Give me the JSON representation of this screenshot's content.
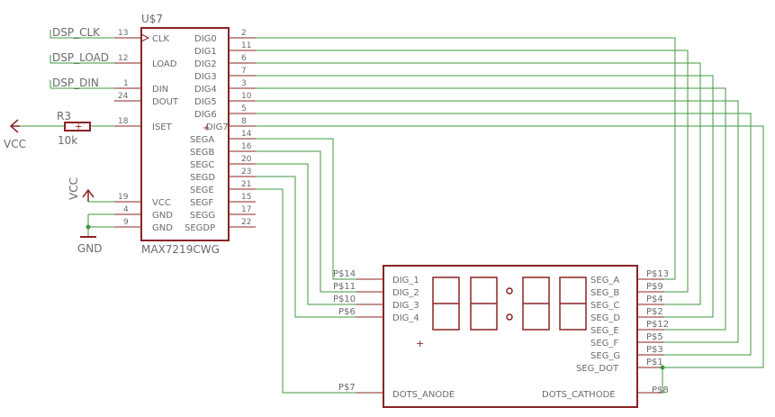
{
  "ic": {
    "name": "U$7",
    "value": "MAX7219CWG",
    "left_pins": [
      {
        "num": "13",
        "label": "CLK",
        "net": "DSP_CLK"
      },
      {
        "num": "12",
        "label": "LOAD",
        "net": "DSP_LOAD"
      },
      {
        "num": "1",
        "label": "DIN",
        "net": "DSP_DIN"
      },
      {
        "num": "24",
        "label": "DOUT",
        "net": ""
      },
      {
        "num": "18",
        "label": "ISET",
        "net": ""
      },
      {
        "num": "19",
        "label": "VCC",
        "net": ""
      },
      {
        "num": "4",
        "label": "GND",
        "net": ""
      },
      {
        "num": "9",
        "label": "GND",
        "net": ""
      }
    ],
    "right_pins": [
      {
        "num": "2",
        "label": "DIG0"
      },
      {
        "num": "11",
        "label": "DIG1"
      },
      {
        "num": "6",
        "label": "DIG2"
      },
      {
        "num": "7",
        "label": "DIG3"
      },
      {
        "num": "3",
        "label": "DIG4"
      },
      {
        "num": "10",
        "label": "DIG5"
      },
      {
        "num": "5",
        "label": "DIG6"
      },
      {
        "num": "8",
        "label": "DIG7"
      },
      {
        "num": "14",
        "label": "SEGA"
      },
      {
        "num": "16",
        "label": "SEGB"
      },
      {
        "num": "20",
        "label": "SEGC"
      },
      {
        "num": "23",
        "label": "SEGD"
      },
      {
        "num": "21",
        "label": "SEGE"
      },
      {
        "num": "15",
        "label": "SEGF"
      },
      {
        "num": "17",
        "label": "SEGG"
      },
      {
        "num": "22",
        "label": "SEGDP"
      }
    ]
  },
  "resistor": {
    "name": "R3",
    "value": "10k"
  },
  "power": {
    "vcc_left": "VCC",
    "vcc_top": "VCC",
    "gnd": "GND"
  },
  "display": {
    "left_pins": [
      {
        "pad": "P$14",
        "label": "DIG_1"
      },
      {
        "pad": "P$11",
        "label": "DIG_2"
      },
      {
        "pad": "P$10",
        "label": "DIG_3"
      },
      {
        "pad": "P$6",
        "label": "DIG_4"
      },
      {
        "pad": "P$7",
        "label": "DOTS_ANODE"
      }
    ],
    "right_pins": [
      {
        "pad": "P$13",
        "label": "SEG_A"
      },
      {
        "pad": "P$9",
        "label": "SEG_B"
      },
      {
        "pad": "P$4",
        "label": "SEG_C"
      },
      {
        "pad": "P$2",
        "label": "SEG_D"
      },
      {
        "pad": "P$12",
        "label": "SEG_E"
      },
      {
        "pad": "P$5",
        "label": "SEG_F"
      },
      {
        "pad": "P$3",
        "label": "SEG_G"
      },
      {
        "pad": "P$1",
        "label": "SEG_DOT"
      },
      {
        "pad": "P$8",
        "label": "DOTS_CATHODE"
      }
    ]
  },
  "colors": {
    "wire": "#3f9a3f",
    "symbol": "#8b2323",
    "text": "#6b6b6b"
  }
}
